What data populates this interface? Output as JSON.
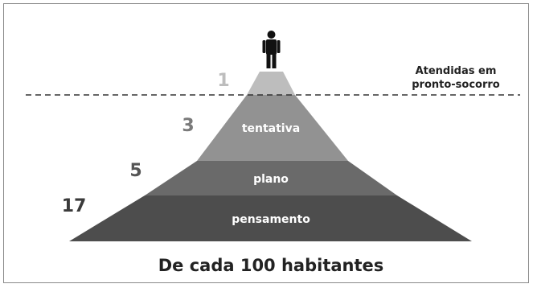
{
  "diagram": {
    "levels": [
      {
        "count": "17",
        "label": "pensamento",
        "fill": "#4d4d4d"
      },
      {
        "count": "5",
        "label": "plano",
        "fill": "#6a6a6a"
      },
      {
        "count": "3",
        "label": "tentativa",
        "fill": "#929292"
      },
      {
        "count": "1",
        "label": "",
        "fill": "#bdbdbd"
      }
    ],
    "count_colors": [
      "#3a3a3a",
      "#555555",
      "#7a7a7a",
      "#bdbdbd"
    ],
    "threshold_label_line1": "Atendidas em",
    "threshold_label_line2": "pronto-socorro",
    "caption": "De cada 100 habitantes",
    "person_icon": "person-icon"
  }
}
